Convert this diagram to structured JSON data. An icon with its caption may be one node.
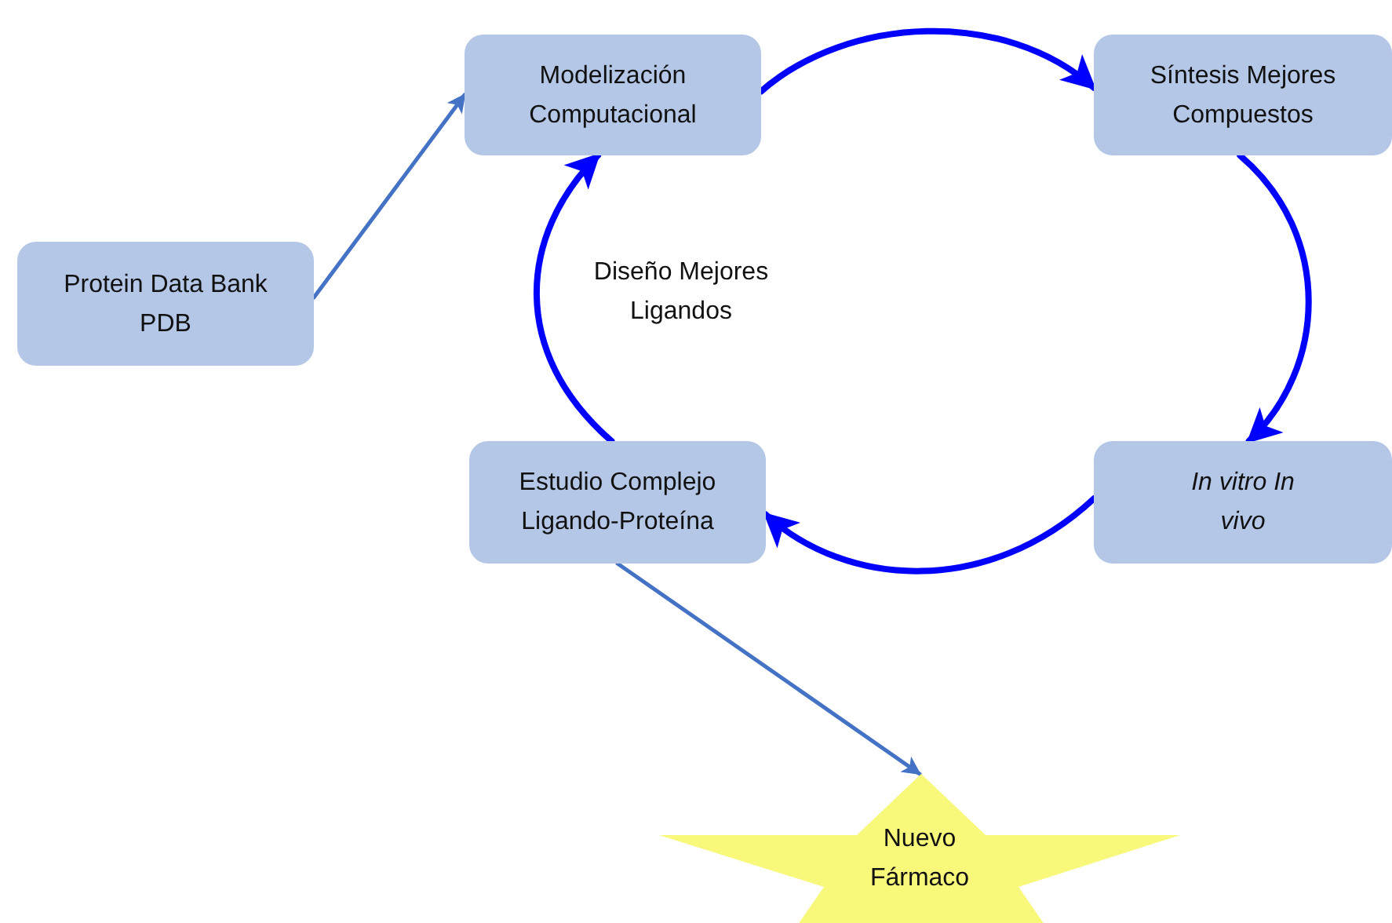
{
  "diagram": {
    "nodes": [
      {
        "text": [
          "Protein Data Bank PDB"
        ]
      },
      {
        "text": [
          "Modelización Computacional"
        ]
      },
      {
        "text": [
          "Síntesis Mejores Compuestos"
        ]
      },
      {
        "text": [
          "*In vitro* *In vivo*"
        ]
      },
      {
        "text": [
          "Estudio Complejo Ligando-Proteína"
        ]
      },
      {
        "text": [
          "Nuevo Fármaco"
        ]
      }
    ],
    "edges": [
      {
        "from": 0,
        "to": 1,
        "arrow": "to",
        "color": "#4472c4"
      },
      {
        "from": 1,
        "to": 2,
        "arrow": "to"
      },
      {
        "from": 2,
        "to": 3,
        "arrow": "to"
      },
      {
        "from": 3,
        "to": 4,
        "arrow": "to"
      },
      {
        "from": 4,
        "to": 1,
        "arrow": "to"
      },
      {
        "from": 4,
        "to": 5,
        "arrow": "to",
        "color": "#4472c4"
      }
    ],
    "labels": [
      "Diseño Mejores Ligandos"
    ]
  }
}
